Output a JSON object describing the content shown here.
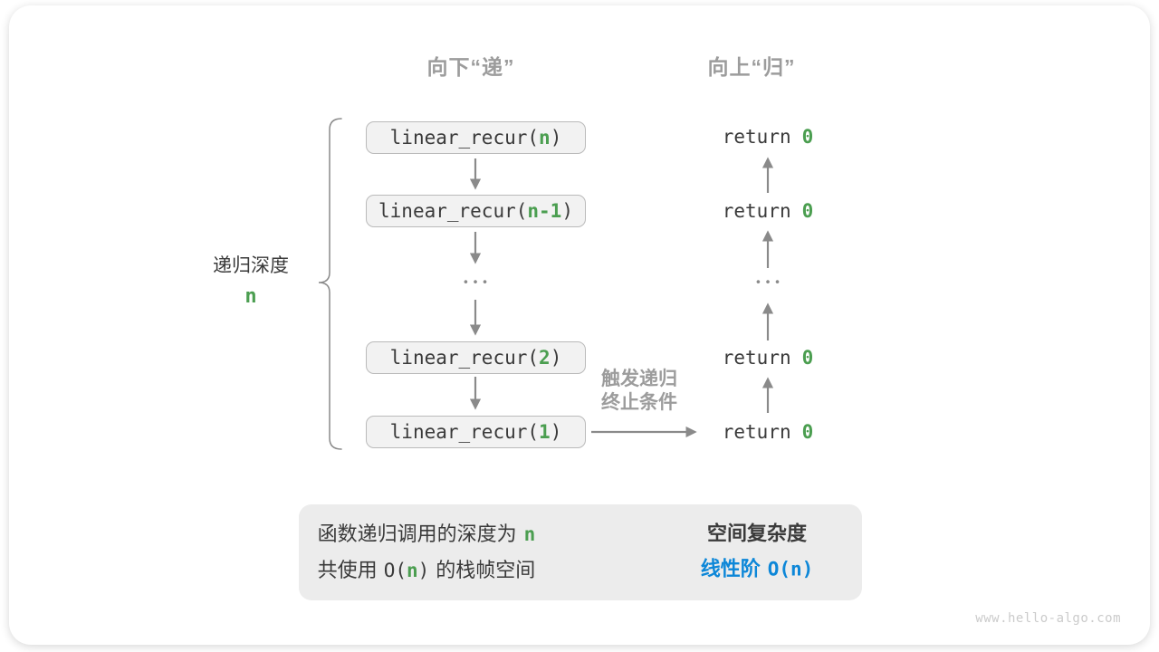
{
  "colors": {
    "accent-green": "#4b9e50",
    "accent-blue": "#0d87d8",
    "arrow-gray": "#8a8a8a",
    "label-gray": "#9c9c9c",
    "text-dark": "#3a3a3a",
    "box-bg": "#f2f2f2",
    "box-border": "#bababa",
    "panel-bg": "#ececec",
    "block-arrow-gray": "#c9c9c9",
    "watermark-gray": "#cbcbcb"
  },
  "headers": {
    "descend": "向下“递”",
    "ascend": "向上“归”"
  },
  "depth_label": {
    "title": "递归深度",
    "value": "n"
  },
  "call_stack": {
    "function_prefix": "linear_recur(",
    "function_suffix": ")",
    "calls": [
      {
        "arg": "n"
      },
      {
        "arg": "n-1"
      },
      {
        "arg": "2"
      },
      {
        "arg": "1"
      }
    ],
    "ellipsis": "•••"
  },
  "returns": {
    "keyword": "return",
    "value": "0",
    "ellipsis": "•••"
  },
  "base_case_label": {
    "line1": "触发递归",
    "line2": "终止条件"
  },
  "summary": {
    "depth_text": "函数递归调用的深度为",
    "depth_value": "n",
    "space_prefix": "共使用",
    "space_code_open": "O(",
    "space_code_value": "n",
    "space_code_close": ")",
    "space_suffix": "的栈帧空间",
    "result_title": "空间复杂度",
    "result_label": "线性阶",
    "result_code": "O(n)"
  },
  "watermark": "www.hello-algo.com"
}
